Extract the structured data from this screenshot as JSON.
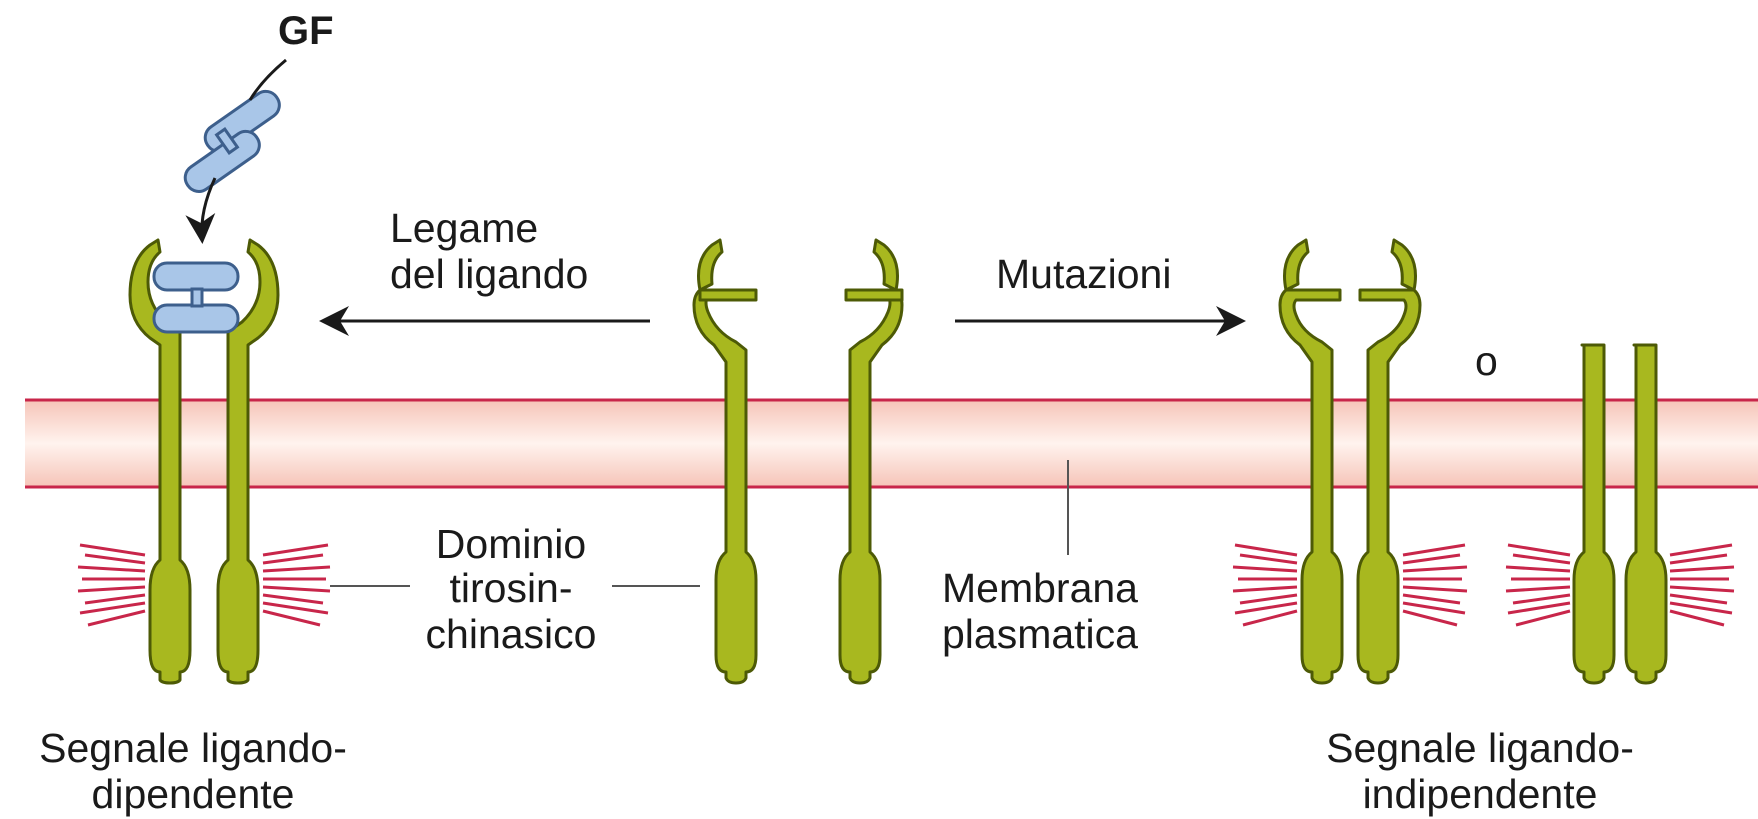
{
  "labels": {
    "gf": "GF",
    "binding_line1": "Legame",
    "binding_line2": "del ligando",
    "mutations": "Mutazioni",
    "or": "o",
    "kinase_line1": "Dominio",
    "kinase_line2": "tirosin-",
    "kinase_line3": "chinasico",
    "membrane_line1": "Membrana",
    "membrane_line2": "plasmatica",
    "ligand_dep_line1": "Segnale ligando-",
    "ligand_dep_line2": "dipendente",
    "ligand_indep_line1": "Segnale ligando-",
    "ligand_indep_line2": "indipendente"
  },
  "colors": {
    "receptor_fill": "#a8b81f",
    "receptor_stroke": "#4d5a06",
    "ligand_fill": "#a9c6e8",
    "ligand_stroke": "#3d5f8c",
    "membrane_line": "#c8264a",
    "signal_rays": "#c8264a",
    "arrow": "#1a1a1a"
  }
}
